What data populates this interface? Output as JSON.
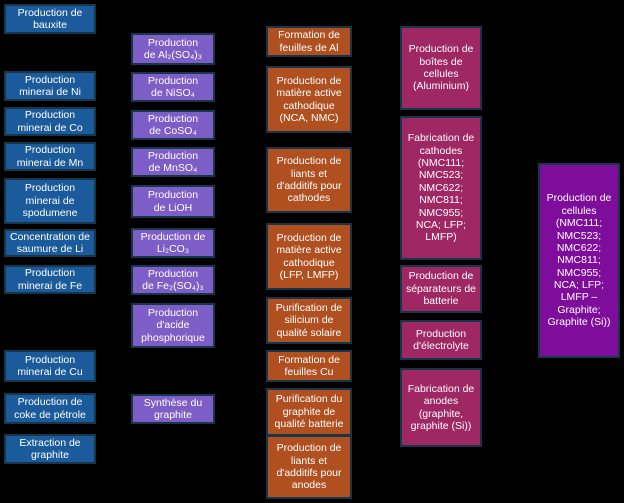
{
  "background": "#000000",
  "text_color": "#FFFFFF",
  "border_color": "#16364B",
  "columns": [
    {
      "id": "raw-material-production",
      "color": "#1B5A9B",
      "boxes": [
        {
          "label": "Production de\nbauxite"
        },
        {
          "label": "Production\nminerai de Ni"
        },
        {
          "label": "Production\nminerai de Co"
        },
        {
          "label": "Production\nminerai de Mn"
        },
        {
          "label": "Production\nminerai de\nspodumene"
        },
        {
          "label": "Concentration de\nsaumure de Li"
        },
        {
          "label": "Production\nminerai de Fe"
        },
        {
          "label": "Production\nminerai de Cu"
        },
        {
          "label": "Production de\ncoke de pétrole"
        },
        {
          "label": "Extraction de\ngraphite"
        }
      ]
    },
    {
      "id": "chemical-refining",
      "color": "#7D5EC6",
      "boxes": [
        {
          "label": "Production\nde Al₂(SO₄)₃"
        },
        {
          "label": "Production\nde NiSO₄"
        },
        {
          "label": "Production\nde CoSO₄"
        },
        {
          "label": "Production\nde MnSO₄"
        },
        {
          "label": "Production\nde LiOH"
        },
        {
          "label": "Production de\nLi₂CO₃"
        },
        {
          "label": "Production\nde Fe₂(SO₄)₃"
        },
        {
          "label": "Production\nd'acide\nphosphorique"
        },
        {
          "label": "Synthèse du\ngraphite"
        }
      ]
    },
    {
      "id": "battery-materials",
      "color": "#B05020",
      "boxes": [
        {
          "label": "Formation de\nfeuilles de Al"
        },
        {
          "label": "Production de\nmatière active\ncathodique\n(NCA, NMC)"
        },
        {
          "label": "Production de\nliants et\nd'additifs pour\ncathodes"
        },
        {
          "label": "Production de\nmatière active\ncathodique\n(LFP, LMFP)"
        },
        {
          "label": "Purification de\nsilicium de\nqualité solaire"
        },
        {
          "label": "Formation de\nfeuilles Cu"
        },
        {
          "label": "Purification du\ngraphite de\nqualité batterie"
        },
        {
          "label": "Production de\nliants et\nd'additifs pour\nanodes"
        }
      ]
    },
    {
      "id": "cell-components",
      "color": "#9E2764",
      "boxes": [
        {
          "label": "Production de\nboîtes de\ncellules\n(Aluminium)"
        },
        {
          "label": "Fabrication de\ncathodes\n(NMC111;\nNMC523;\nNMC622;\nNMC811;\nNMC955;\nNCA; LFP;\nLMFP)"
        },
        {
          "label": "Production de\nséparateurs de\nbatterie"
        },
        {
          "label": "Production\nd'électrolyte"
        },
        {
          "label": "Fabrication de\nanodes\n(graphite,\ngraphite (Si))"
        }
      ]
    },
    {
      "id": "cell-production",
      "color": "#7E0D9C",
      "boxes": [
        {
          "label": "Production de\ncellules\n(NMC111;\nNMC523;\nNMC622;\nNMC811;\nNMC955;\nNCA; LFP;\nLMFP –\nGraphite;\nGraphite (Si))"
        }
      ]
    }
  ]
}
